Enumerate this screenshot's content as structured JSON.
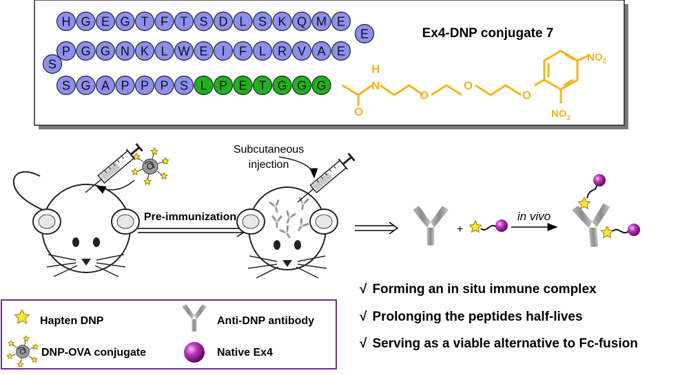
{
  "conjugate": {
    "title": "Ex4-DNP conjugate 7",
    "row1": [
      "H",
      "G",
      "E",
      "G",
      "T",
      "F",
      "T",
      "S",
      "D",
      "L",
      "S",
      "K",
      "Q",
      "M",
      "E"
    ],
    "turn1": "E",
    "row2": [
      "P",
      "G",
      "G",
      "N",
      "K",
      "L",
      "W",
      "E",
      "I",
      "F",
      "L",
      "R",
      "V",
      "A",
      "E"
    ],
    "turn2": "S",
    "row3": [
      "S",
      "G",
      "A",
      "P",
      "P",
      "P",
      "S",
      "L",
      "P",
      "E",
      "T",
      "G",
      "G",
      "G"
    ],
    "chem": {
      "nh": "N",
      "h": "H",
      "o": "O",
      "no2": "NO",
      "sub2": "2"
    },
    "colors": {
      "ex4_bead": "#8d8ff0",
      "sortase_bead": "#1db31d",
      "linker": "#f5b41a"
    }
  },
  "flow": {
    "injection_label": [
      "Subcutaneous",
      "injection"
    ],
    "preimm_label": "Pre-immunization",
    "plus": "+",
    "invivo_label": "in vivo"
  },
  "bullets": [
    {
      "mark": "√",
      "text": "Forming an in situ immune complex"
    },
    {
      "mark": "√",
      "text": "Prolonging the peptides half-lives"
    },
    {
      "mark": "√",
      "text": "Serving as a viable alternative to Fc-fusion"
    }
  ],
  "legend": {
    "border_color": "#6a2c91",
    "items": [
      {
        "icon": "star-icon",
        "label": "Hapten DNP"
      },
      {
        "icon": "antibody-icon",
        "label": "Anti-DNP antibody"
      },
      {
        "icon": "dnp-ova-icon",
        "label": "DNP-OVA conjugate"
      },
      {
        "icon": "ex4-sphere-icon",
        "label": "Native Ex4"
      }
    ]
  }
}
